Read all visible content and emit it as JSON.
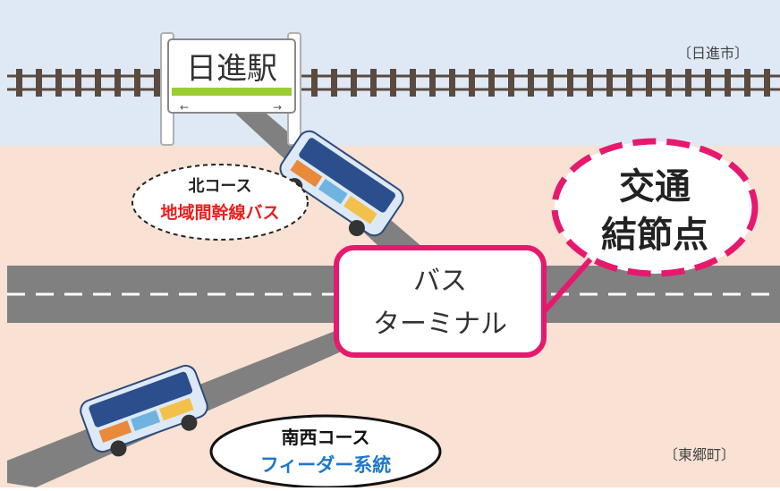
{
  "station": {
    "name": "日進駅",
    "arrow_left": "←",
    "arrow_right": "→"
  },
  "regions": {
    "north_city": "〔日進市〕",
    "south_town": "〔東郷町〕"
  },
  "north_course": {
    "title": "北コース",
    "subtitle": "地域間幹線バス"
  },
  "southwest_course": {
    "title": "南西コース",
    "subtitle": "フィーダー系統"
  },
  "terminal": {
    "line1": "バス",
    "line2": "ターミナル"
  },
  "node": {
    "line1": "交通",
    "line2": "結節点"
  },
  "colors": {
    "sky": "#dfe9f5",
    "ground": "#f9e1d3",
    "road": "#7f7f7f",
    "accent": "#e6196e",
    "north_subtitle": "#e8201f",
    "southwest_subtitle": "#1c77c9",
    "sign_bar": "#9acd32"
  }
}
